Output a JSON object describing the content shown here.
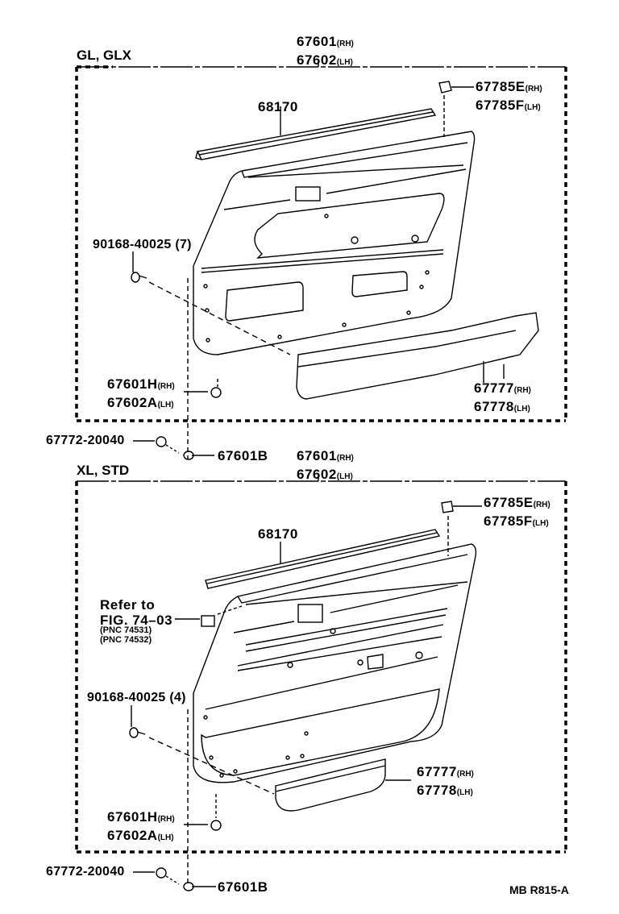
{
  "diagram": {
    "figure_id": "MB R815-A",
    "sections": [
      {
        "variant": "GL, GLX",
        "assembly": {
          "rh": "67601",
          "rh_sfx": "(RH)",
          "lh": "67602",
          "lh_sfx": "(LH)"
        },
        "parts": {
          "weatherstrip": "68170",
          "clip_cap": {
            "rh": "67785E",
            "rh_sfx": "(RH)",
            "lh": "67785F",
            "lh_sfx": "(LH)"
          },
          "screw": "90168-40025 (7)",
          "clip": {
            "rh": "67601H",
            "rh_sfx": "(RH)",
            "lh": "67602A",
            "lh_sfx": "(LH)"
          },
          "pocket": {
            "rh": "67777",
            "rh_sfx": "(RH)",
            "lh": "67778",
            "lh_sfx": "(LH)"
          }
        }
      },
      {
        "variant": "XL, STD",
        "assembly": {
          "rh": "67601",
          "rh_sfx": "(RH)",
          "lh": "67602",
          "lh_sfx": "(LH)"
        },
        "parts": {
          "weatherstrip": "68170",
          "clip_cap": {
            "rh": "67785E",
            "rh_sfx": "(RH)",
            "lh": "67785F",
            "lh_sfx": "(LH)"
          },
          "reference": {
            "line1": "Refer to",
            "line2": "FIG. 74–03",
            "pnc1": "PNC 74531",
            "pnc2": "PNC 74532"
          },
          "screw": "90168-40025 (4)",
          "clip": {
            "rh": "67601H",
            "rh_sfx": "(RH)",
            "lh": "67602A",
            "lh_sfx": "(LH)"
          },
          "pocket": {
            "rh": "67777",
            "rh_sfx": "(RH)",
            "lh": "67778",
            "lh_sfx": "(LH)"
          }
        }
      }
    ],
    "shared_parts": [
      {
        "top": {
          "grommet": "67772-20040",
          "bolt": "67601B"
        }
      },
      {
        "bottom": {
          "grommet": "67772-20040",
          "bolt": "67601B"
        }
      }
    ]
  }
}
